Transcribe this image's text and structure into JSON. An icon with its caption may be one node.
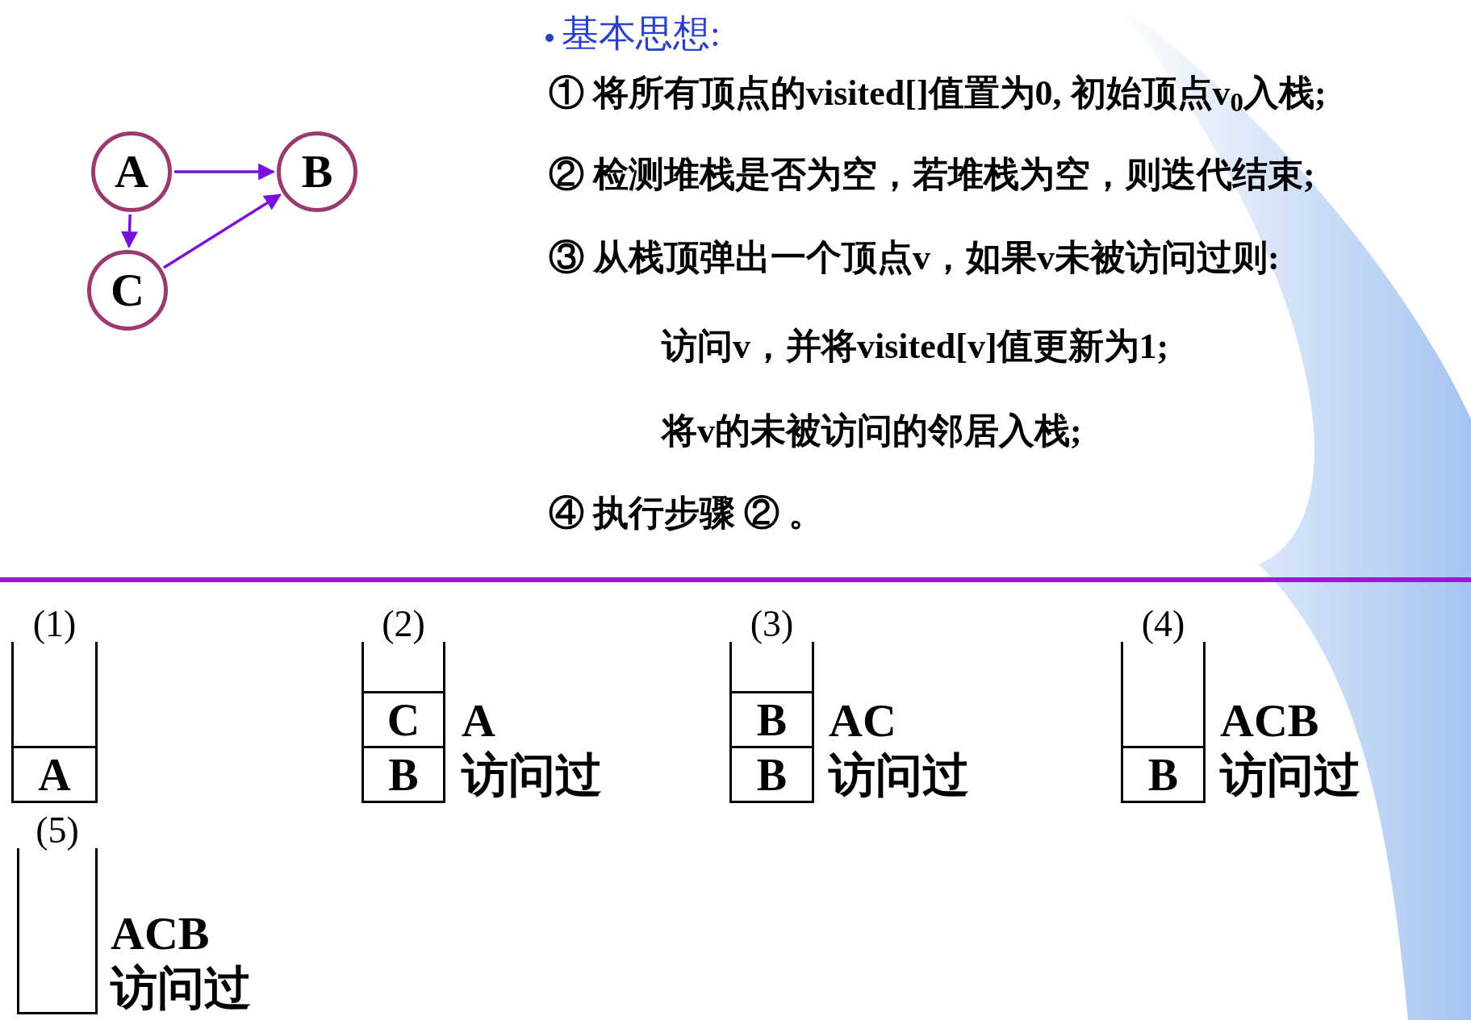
{
  "diagram": {
    "title": "基本思想:",
    "nodes": [
      {
        "text": [
          "A"
        ]
      },
      {
        "text": [
          "B"
        ]
      },
      {
        "text": [
          "C"
        ]
      },
      {
        "text": [
          "(1)"
        ]
      },
      {
        "text": [
          "A"
        ],
        "in": 3
      },
      {
        "text": [
          "(2)"
        ],
        "beside": [
          "A",
          "访问过"
        ]
      },
      {
        "text": [
          "C"
        ],
        "in": 5
      },
      {
        "text": [
          "B"
        ],
        "in": 5
      },
      {
        "text": [
          "(3)"
        ],
        "beside": [
          "AC",
          "访问过"
        ]
      },
      {
        "text": [
          "B"
        ],
        "in": 8
      },
      {
        "text": [
          "B"
        ],
        "in": 8
      },
      {
        "text": [
          "(4)"
        ],
        "beside": [
          "ACB",
          "访问过"
        ]
      },
      {
        "text": [
          "B"
        ],
        "in": 11
      },
      {
        "text": [
          "(5)"
        ],
        "beside": [
          "ACB",
          "访问过"
        ]
      }
    ],
    "edges": [
      {
        "from": 0,
        "to": 1,
        "arrow": "to"
      },
      {
        "from": 0,
        "to": 2,
        "arrow": "to"
      },
      {
        "from": 2,
        "to": 1,
        "arrow": "to"
      }
    ],
    "labels": [
      "① 将所有顶点的visited[]值置为0, 初始顶点v$_{0}$入栈;",
      "② 检测堆栈是否为空，若堆栈为空，则迭代结束;",
      "③ 从栈顶弹出一个顶点v，如果v未被访问过则:",
      "访问v，并将visited[v]值更新为1;",
      "将v的未被访问的邻居入栈;",
      "④ 执行步骤 ② 。"
    ]
  }
}
